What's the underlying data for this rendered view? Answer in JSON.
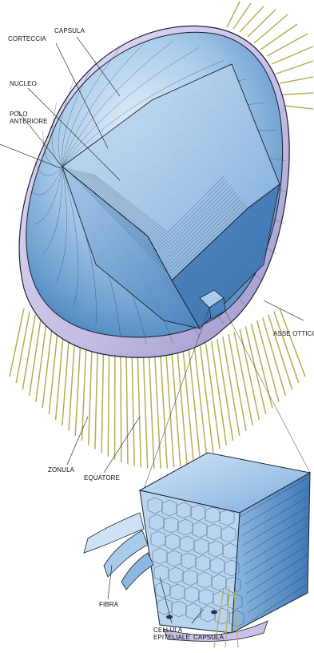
{
  "diagram": {
    "labels": {
      "capsula_top": "CAPSULA",
      "corteccia": "CORTECCIA",
      "nucleo": "NUCLEO",
      "polo_line1": "POLO",
      "polo_line2": "ANTERIORE",
      "asse_ottico": "ASSE OTTICO",
      "zonula": "ZONULA",
      "equatore": "EQUATORE",
      "fibra": "FIBRA",
      "cellula_line1": "CELLULA",
      "cellula_line2": "EPITELIALE",
      "capsula_bottom": "CAPSULA"
    },
    "colors": {
      "lens_light": "#dbe9f7",
      "lens_mid": "#9cc2e6",
      "lens_dark": "#3d76b5",
      "rim_lavender": "#c9c2e6",
      "zonule_fiber": "#b5ad55",
      "outline": "#1a2230"
    }
  }
}
